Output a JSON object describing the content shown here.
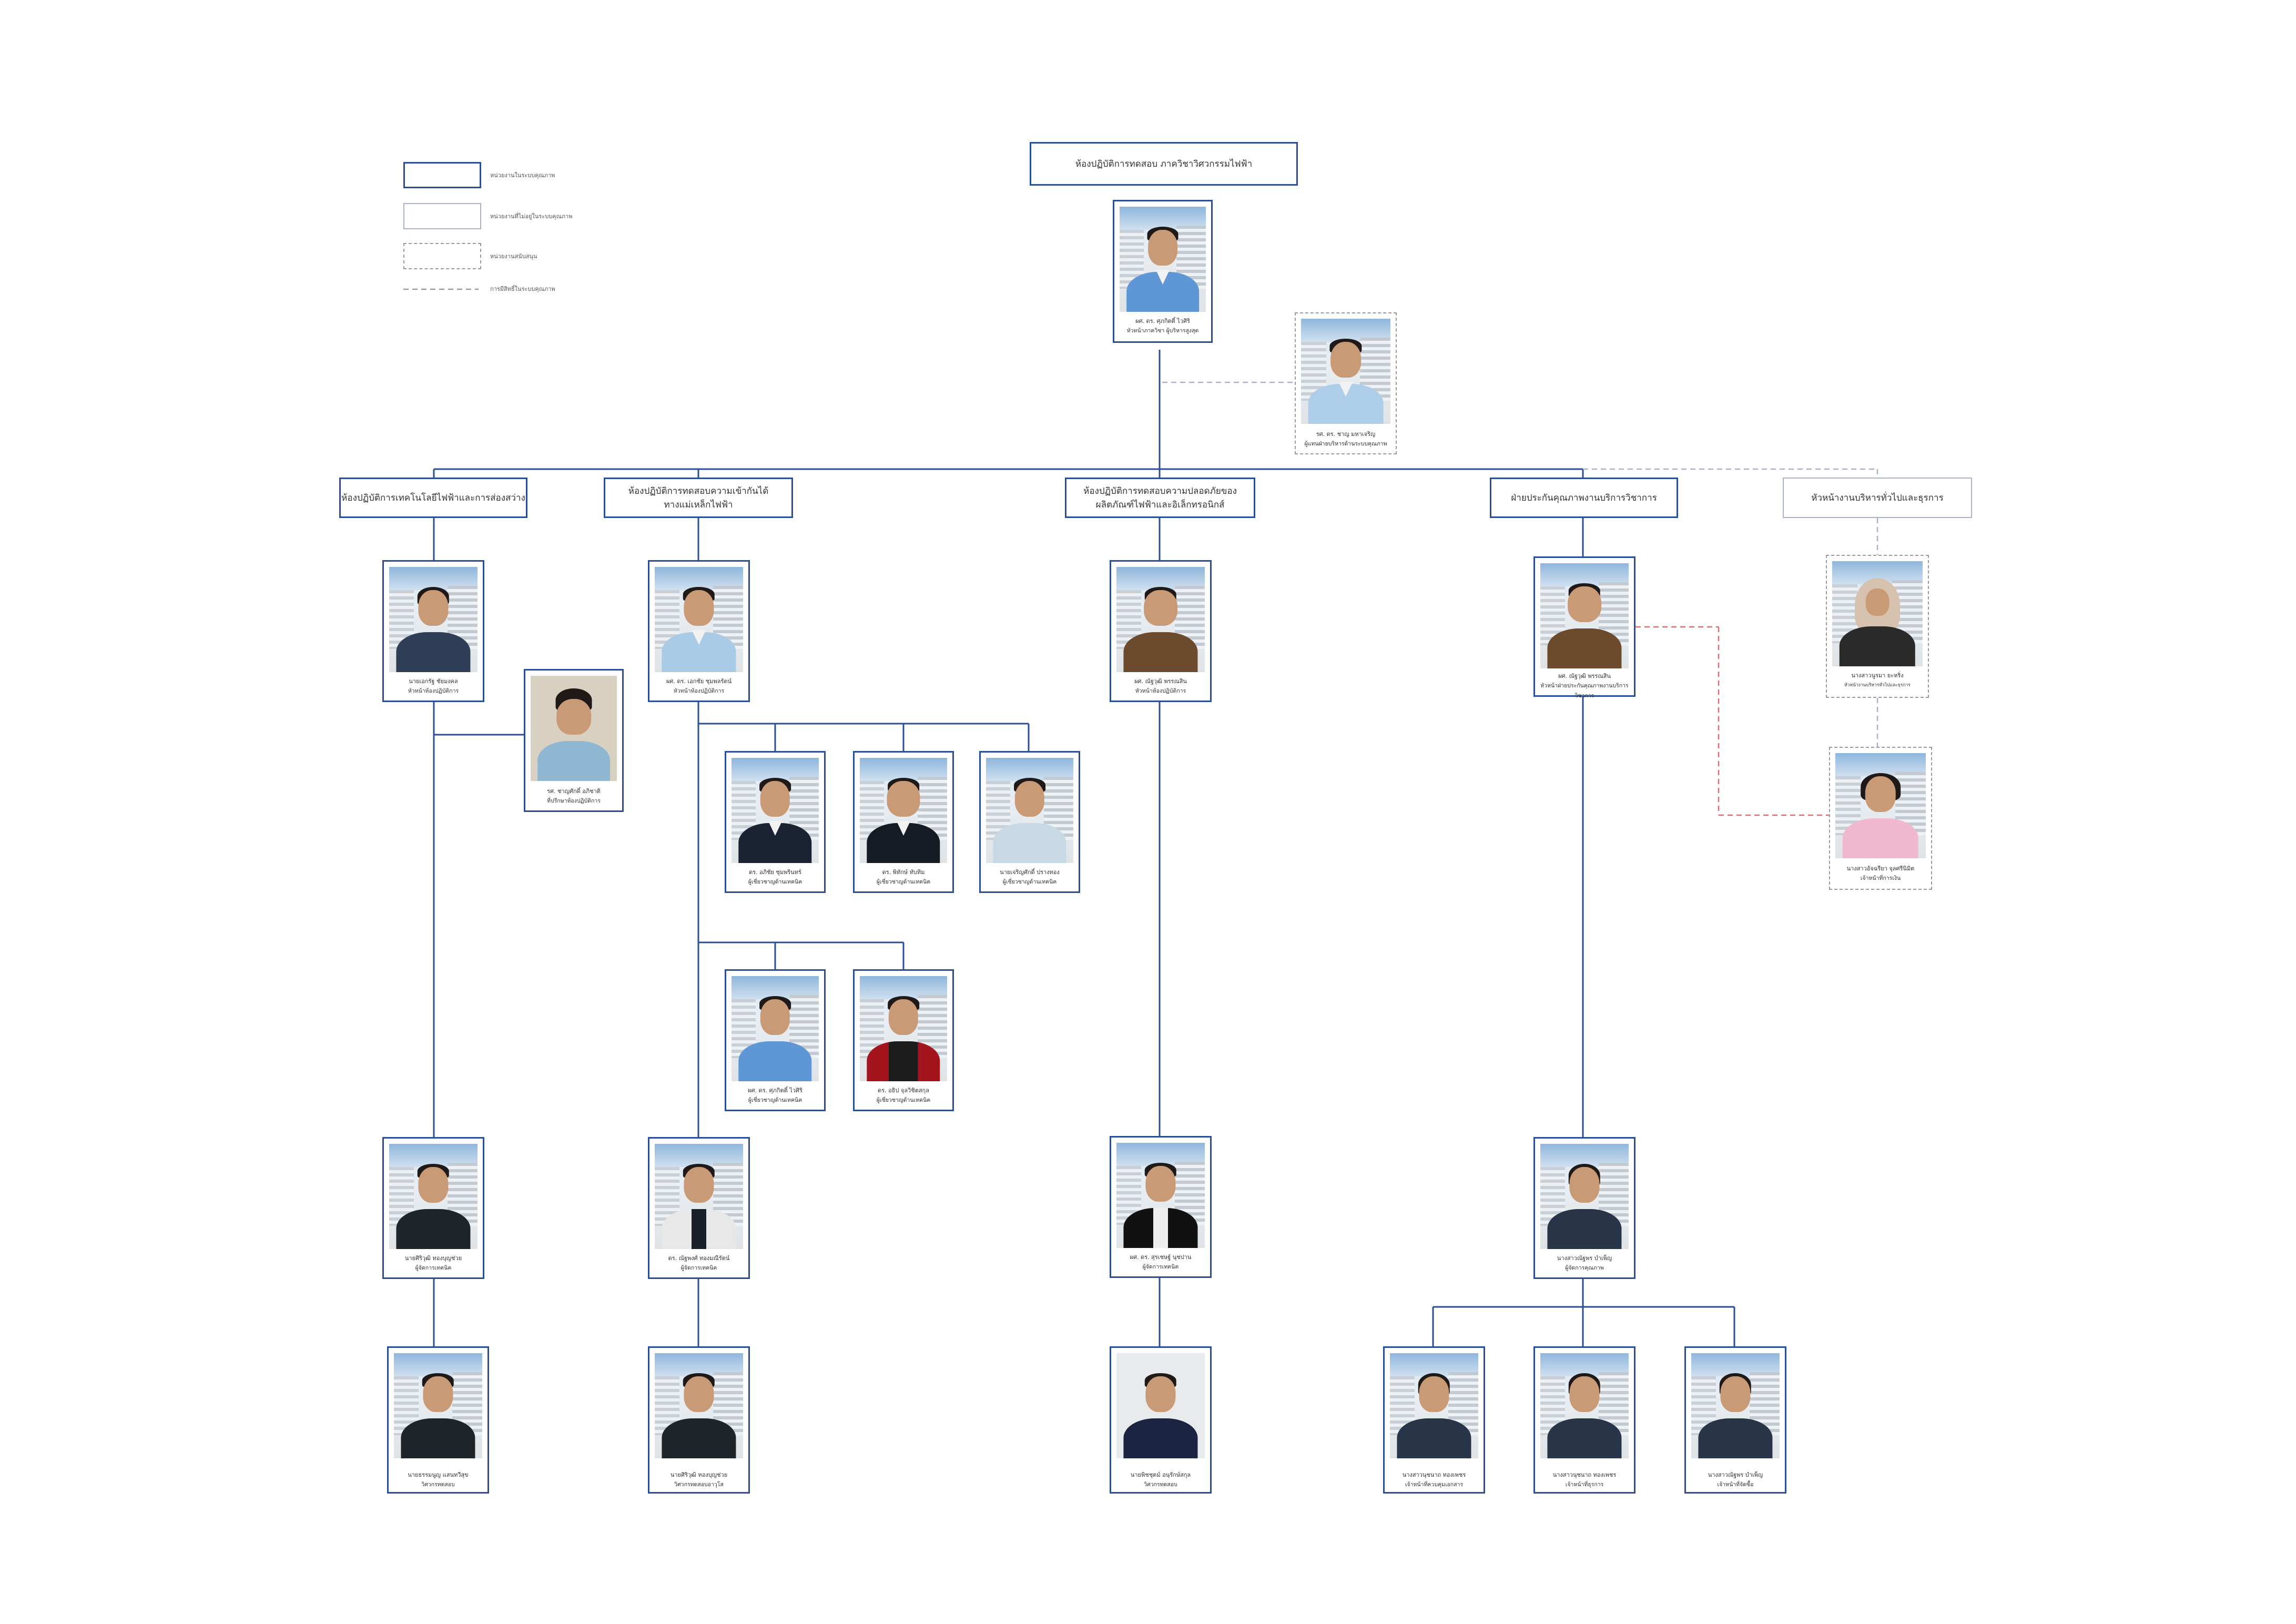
{
  "org_chart": {
    "title": "ห้องปฏิบัติการทดสอบ ภาควิชาวิศวกรรมไฟฟ้า",
    "legend": [
      {
        "style": "solid-dark",
        "label": "หน่วยงานในระบบคุณภาพ"
      },
      {
        "style": "solid-light",
        "label": "หน่วยงานที่ไม่อยู่ในระบบคุณภาพ"
      },
      {
        "style": "dashed-box",
        "label": "หน่วยงานสนับสนุน"
      },
      {
        "style": "dashed-line",
        "label": "การมีสิทธิ์ในระบบคุณภาพ"
      }
    ],
    "director": {
      "name": "ผศ. ดร. ศุภกิตติ์ ไวศิริ",
      "role": "หัวหน้าภาควิชา ผู้บริหารสูงสุด"
    },
    "advisor": {
      "name": "รศ. ดร. ชาญ มหาเจริญ",
      "role": "ผู้แทนฝ่ายบริหารด้านระบบคุณภาพ"
    },
    "departments": [
      {
        "label": "ห้องปฏิบัติการเทคโนโลยีไฟฟ้าและการส่องสว่าง"
      },
      {
        "label": "ห้องปฏิบัติการทดสอบความเข้ากันได้ทางแม่เหล็กไฟฟ้า"
      },
      {
        "label": "ห้องปฏิบัติการทดสอบความปลอดภัยของผลิตภัณฑ์ไฟฟ้าและอิเล็กทรอนิกส์"
      },
      {
        "label": "ฝ่ายประกันคุณภาพงานบริการวิชาการ"
      },
      {
        "label": "หัวหน้างานบริหารทั่วไปและธุรการ"
      }
    ],
    "people": {
      "lab1_head": {
        "name": "นายเอกรัฐ ชัยมงคล",
        "role": "หัวหน้าห้องปฏิบัติการ"
      },
      "lab1_advisor": {
        "name": "รศ. ชาญศักดิ์ อภิชาติ",
        "role": "ที่ปรึกษาห้องปฏิบัติการ"
      },
      "lab2_head": {
        "name": "ผศ. ดร. เอกชัย ชุมพลรัตน์",
        "role": "หัวหน้าห้องปฏิบัติการ"
      },
      "lab2_t1": {
        "name": "ดร. อภิชัย ชุมพรินทร์",
        "role": "ผู้เชี่ยวชาญด้านเทคนิค"
      },
      "lab2_t2": {
        "name": "ดร. พิทักษ์ ทับทิม",
        "role": "ผู้เชี่ยวชาญด้านเทคนิค"
      },
      "lab2_t3": {
        "name": "นายเจริญศักดิ์ ปรางทอง",
        "role": "ผู้เชี่ยวชาญด้านเทคนิค"
      },
      "lab2_t4": {
        "name": "ผศ. ดร. ศุภกิตติ์ ไวศิริ",
        "role": "ผู้เชี่ยวชาญด้านเทคนิค"
      },
      "lab2_t5": {
        "name": "ดร. อธิป จุลวิชิตสกุล",
        "role": "ผู้เชี่ยวชาญด้านเทคนิค"
      },
      "lab3_head": {
        "name": "ผศ. ณัฐวุฒิ พรรณสิน",
        "role": "หัวหน้าห้องปฏิบัติการ"
      },
      "qa_head": {
        "name": "ผศ. ณัฐวุฒิ พรรณสิน",
        "role": "หัวหน้าฝ่ายประกันคุณภาพงานบริการวิชาการ"
      },
      "admin_head": {
        "name": "นางสาวนูรมา ยะหริ่ง",
        "role": "หัวหน้างานบริหารทั่วไปและธุรการ"
      },
      "admin_staff": {
        "name": "นางสาวอัจฉรียา จุลศรีนิมิต",
        "role": "เจ้าหน้าที่การเงิน"
      },
      "lab1_eng": {
        "name": "นายศิริวุฒิ ทองบุญช่วย",
        "role": "ผู้จัดการเทคนิค"
      },
      "lab2_eng": {
        "name": "ดร. ณัฐพงศ์ ทองมณีรัตน์",
        "role": "ผู้จัดการเทคนิค"
      },
      "lab3_eng": {
        "name": "ผศ. ดร. สุรเชษฐ์ นุชปาน",
        "role": "ผู้จัดการเทคนิค"
      },
      "qa_mgr": {
        "name": "นางสาวณัฐพร บำเพ็ญ",
        "role": "ผู้จัดการคุณภาพ"
      },
      "lab1_tech": {
        "name": "นายธรรมนูญ แสนทวีสุข",
        "role": "วิศวกรทดสอบ"
      },
      "lab2_tech": {
        "name": "นายศิริวุฒิ ทองบุญช่วย",
        "role": "วิศวกรทดสอบอาวุโส"
      },
      "lab3_tech": {
        "name": "นายพิชชุตม์ อนุรักษ์สกุล",
        "role": "วิศวกรทดสอบ"
      },
      "qa_s1": {
        "name": "นางสาวนุชนาถ ทองเพชร",
        "role": "เจ้าหน้าที่ควบคุมเอกสาร"
      },
      "qa_s2": {
        "name": "นางสาวนุชนาถ ทองเพชร",
        "role": "เจ้าหน้าที่ธุรการ"
      },
      "qa_s3": {
        "name": "นางสาวณัฐพร บำเพ็ญ",
        "role": "เจ้าหน้าที่จัดซื้อ"
      }
    },
    "colors": {
      "primary_border": "#2a4f96",
      "secondary_border": "#a9b2c8",
      "support_dashed": "#9a9a9a",
      "quality_link": "#e06c78"
    }
  }
}
